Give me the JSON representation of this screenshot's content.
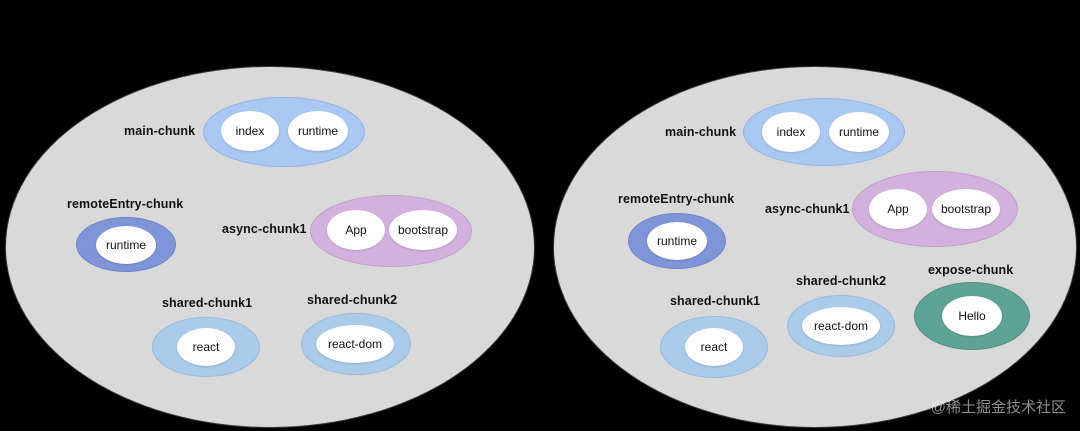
{
  "colors": {
    "background": "#000000",
    "panel": "#d9d9d9",
    "main_chunk": "#a9c8f2",
    "remote_entry_chunk": "#7f95d8",
    "async_chunk": "#d3b1de",
    "shared_chunk": "#abcbea",
    "expose_chunk": "#5ea396"
  },
  "left": {
    "main_chunk": {
      "label": "main-chunk",
      "items": [
        "index",
        "runtime"
      ]
    },
    "remote_entry_chunk": {
      "label": "remoteEntry-chunk",
      "items": [
        "runtime"
      ]
    },
    "async_chunk": {
      "label": "async-chunk1",
      "items": [
        "App",
        "bootstrap"
      ]
    },
    "shared_chunk1": {
      "label": "shared-chunk1",
      "items": [
        "react"
      ]
    },
    "shared_chunk2": {
      "label": "shared-chunk2",
      "items": [
        "react-dom"
      ]
    }
  },
  "right": {
    "main_chunk": {
      "label": "main-chunk",
      "items": [
        "index",
        "runtime"
      ]
    },
    "remote_entry_chunk": {
      "label": "remoteEntry-chunk",
      "items": [
        "runtime"
      ]
    },
    "async_chunk": {
      "label": "async-chunk1",
      "items": [
        "App",
        "bootstrap"
      ]
    },
    "shared_chunk1": {
      "label": "shared-chunk1",
      "items": [
        "react"
      ]
    },
    "shared_chunk2": {
      "label": "shared-chunk2",
      "items": [
        "react-dom"
      ]
    },
    "expose_chunk": {
      "label": "expose-chunk",
      "items": [
        "Hello"
      ]
    }
  },
  "watermark": "@稀土掘金技术社区"
}
